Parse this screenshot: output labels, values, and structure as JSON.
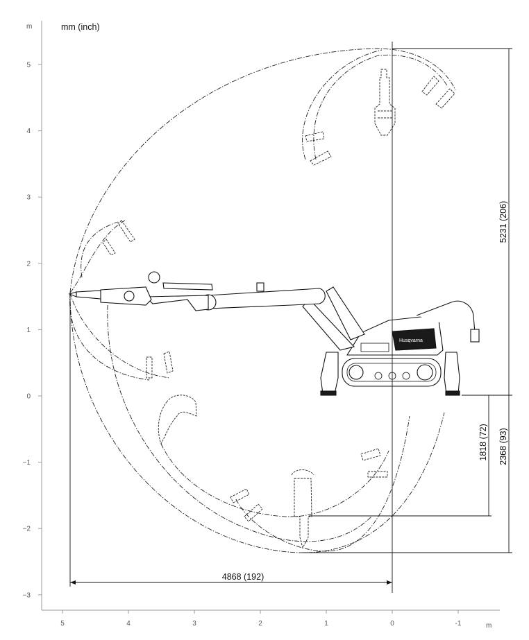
{
  "header": {
    "units_label": "mm (inch)"
  },
  "axes": {
    "y_unit": "m",
    "x_unit": "m",
    "y_ticks": [
      "5",
      "4",
      "3",
      "2",
      "1",
      "0",
      "−1",
      "−2",
      "−3"
    ],
    "x_ticks": [
      "5",
      "4",
      "3",
      "2",
      "1",
      "0",
      "-1"
    ],
    "y_tick_values": [
      5,
      4,
      3,
      2,
      1,
      0,
      -1,
      -2,
      -3
    ],
    "x_tick_values": [
      5,
      4,
      3,
      2,
      1,
      0,
      -1
    ]
  },
  "dimensions": {
    "max_height": "5231 (206)",
    "max_reach": "4868 (192)",
    "depth_vertical_tool": "1818 (72)",
    "max_depth": "2368 (93)"
  },
  "machine": {
    "brand_icon": "husqvarna-logo-icon"
  }
}
